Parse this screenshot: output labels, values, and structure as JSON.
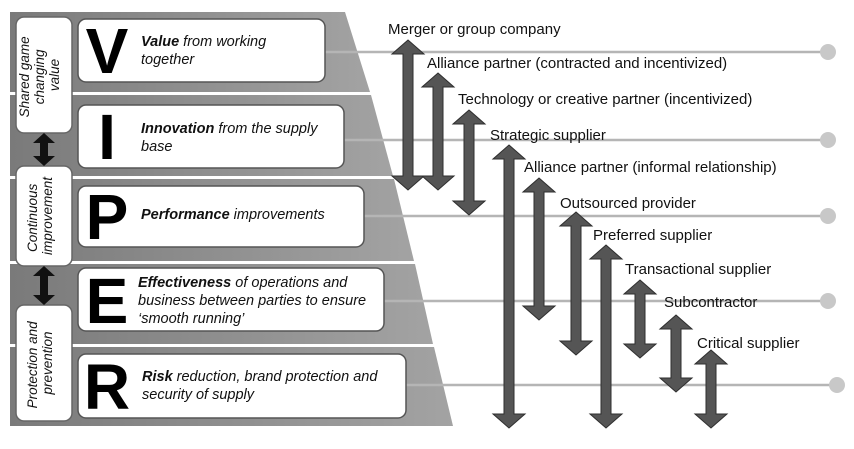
{
  "viper_levels": [
    {
      "letter": "V",
      "bold": "Value",
      "rest": " from working together"
    },
    {
      "letter": "I",
      "bold": "Innovation",
      "rest": " from the supply base"
    },
    {
      "letter": "P",
      "bold": "Performance",
      "rest": " improvements"
    },
    {
      "letter": "E",
      "bold": "Effectiveness",
      "rest": " of operations and business between parties to ensure ‘smooth running’"
    },
    {
      "letter": "R",
      "bold": "Risk",
      "rest": " reduction, brand protection and security of supply"
    }
  ],
  "side_groups": [
    {
      "lines": [
        "Shared game",
        "changing",
        "value"
      ]
    },
    {
      "lines": [
        "Continuous",
        "improvement"
      ]
    },
    {
      "lines": [
        "Protection and",
        "prevention"
      ]
    }
  ],
  "relationship_types": [
    "Merger or group company",
    "Alliance partner (contracted and incentivized)",
    "Technology or creative partner (incentivized)",
    "Strategic supplier",
    "Alliance partner (informal relationship)",
    "Outsourced provider",
    "Preferred supplier",
    "Transactional supplier",
    "Subcontractor",
    "Critical supplier"
  ],
  "colors": {
    "band": "#8c8c8c",
    "arrow": "#555555",
    "line": "#b5b5b5",
    "dot": "#c8c8c8"
  }
}
